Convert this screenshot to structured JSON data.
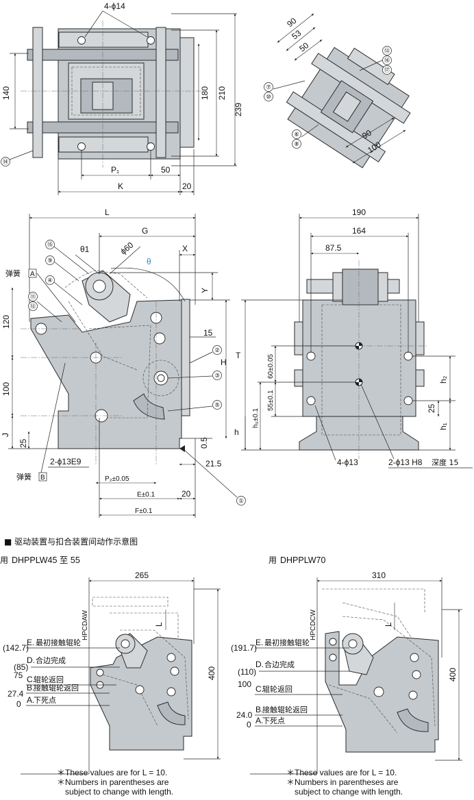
{
  "top_view": {
    "holes_label": "4-ϕ14",
    "dims": {
      "d140": "140",
      "d180": "180",
      "d210": "210",
      "d239": "239",
      "p1": "P₁",
      "d50": "50",
      "k": "K",
      "d20": "20"
    },
    "callout_14": "⑭"
  },
  "iso_view": {
    "dims": {
      "d90a": "90",
      "d53": "53",
      "d50": "50",
      "d90b": "90",
      "d100": "100"
    },
    "callouts": {
      "c13": "⑬",
      "c16": "⑯",
      "c17": "⑰",
      "c7": "⑦",
      "c10": "⑩",
      "c6": "⑥",
      "c8": "⑧"
    }
  },
  "side_view": {
    "dims": {
      "l": "L",
      "g": "G",
      "x": "X",
      "theta1": "θ1",
      "phi60": "ϕ60",
      "theta": "θ",
      "y": "Y",
      "d15": "15",
      "h": "H",
      "d120": "120",
      "d100": "100",
      "j": "J",
      "d25": "25",
      "d05": "0.5",
      "d215": "21.5",
      "holes": "2-ϕ13E9",
      "p2": "P₂±0.05",
      "e": "E±0.1",
      "d20": "20",
      "f": "F±0.1"
    },
    "spring_a": "弹簧",
    "spring_a_box": "A",
    "spring_b": "弹簧",
    "spring_b_box": "B",
    "callouts": {
      "c15": "⑮",
      "c9": "⑨",
      "c4": "④",
      "c11": "⑪",
      "c12": "⑫",
      "c2": "②",
      "c3": "③",
      "c5": "⑤",
      "c1": "①"
    }
  },
  "front_view": {
    "dims": {
      "d190": "190",
      "d164": "164",
      "d875": "87.5",
      "t": "T",
      "d60": "60±0.05",
      "d55": "55±0.1",
      "h0": "h₀±0.1",
      "h": "h",
      "h2": "h₂",
      "d25": "25",
      "h1": "h₁"
    },
    "holes4": "4-ϕ13",
    "holes2": "2-ϕ13 H8",
    "depth_label": "深度 15"
  },
  "section": {
    "heading": "■ 驱动装置与扣合装置间动作示意图"
  },
  "left_panel": {
    "title_prefix": "用",
    "title_model": "DHPPLW45 至 55",
    "model_vertical": "HPCDAW",
    "width": "265",
    "height": "400",
    "l_label": "L",
    "levels": [
      {
        "val": "(142.7)",
        "letter": "E.",
        "desc": "最初接触辊轮"
      },
      {
        "val": "(85)",
        "letter": "D.",
        "desc": "合边完成"
      },
      {
        "val": "75",
        "letter": "C.",
        "desc": "辊轮返回"
      },
      {
        "val": "",
        "letter": "B.",
        "desc": "接触辊轮返回"
      },
      {
        "val": "27.4",
        "letter": "A.",
        "desc": "下死点"
      }
    ],
    "zero": "0",
    "note1": "＊These values are for L = 10.",
    "note2a": "＊Numbers  in  parentheses  are",
    "note2b": "subject to change with length."
  },
  "right_panel": {
    "title_prefix": "用",
    "title_model": "DHPPLW70",
    "model_vertical": "HPCDCW",
    "width": "310",
    "height": "400",
    "l_label": "L",
    "levels": [
      {
        "val": "(191.7)",
        "letter": "E.",
        "desc": "最初接触辊轮"
      },
      {
        "val": "(110)",
        "letter": "D.",
        "desc": "合边完成"
      },
      {
        "val": "100",
        "letter": "C.",
        "desc": "辊轮返回"
      },
      {
        "val": "",
        "letter": "B.",
        "desc": "接触辊轮返回"
      },
      {
        "val": "24.0",
        "letter": "A.",
        "desc": "下死点"
      }
    ],
    "zero": "0",
    "note1": "＊These values are for L = 10.",
    "note2a": "＊Numbers  in  parentheses  are",
    "note2b": "subject to change with length."
  }
}
